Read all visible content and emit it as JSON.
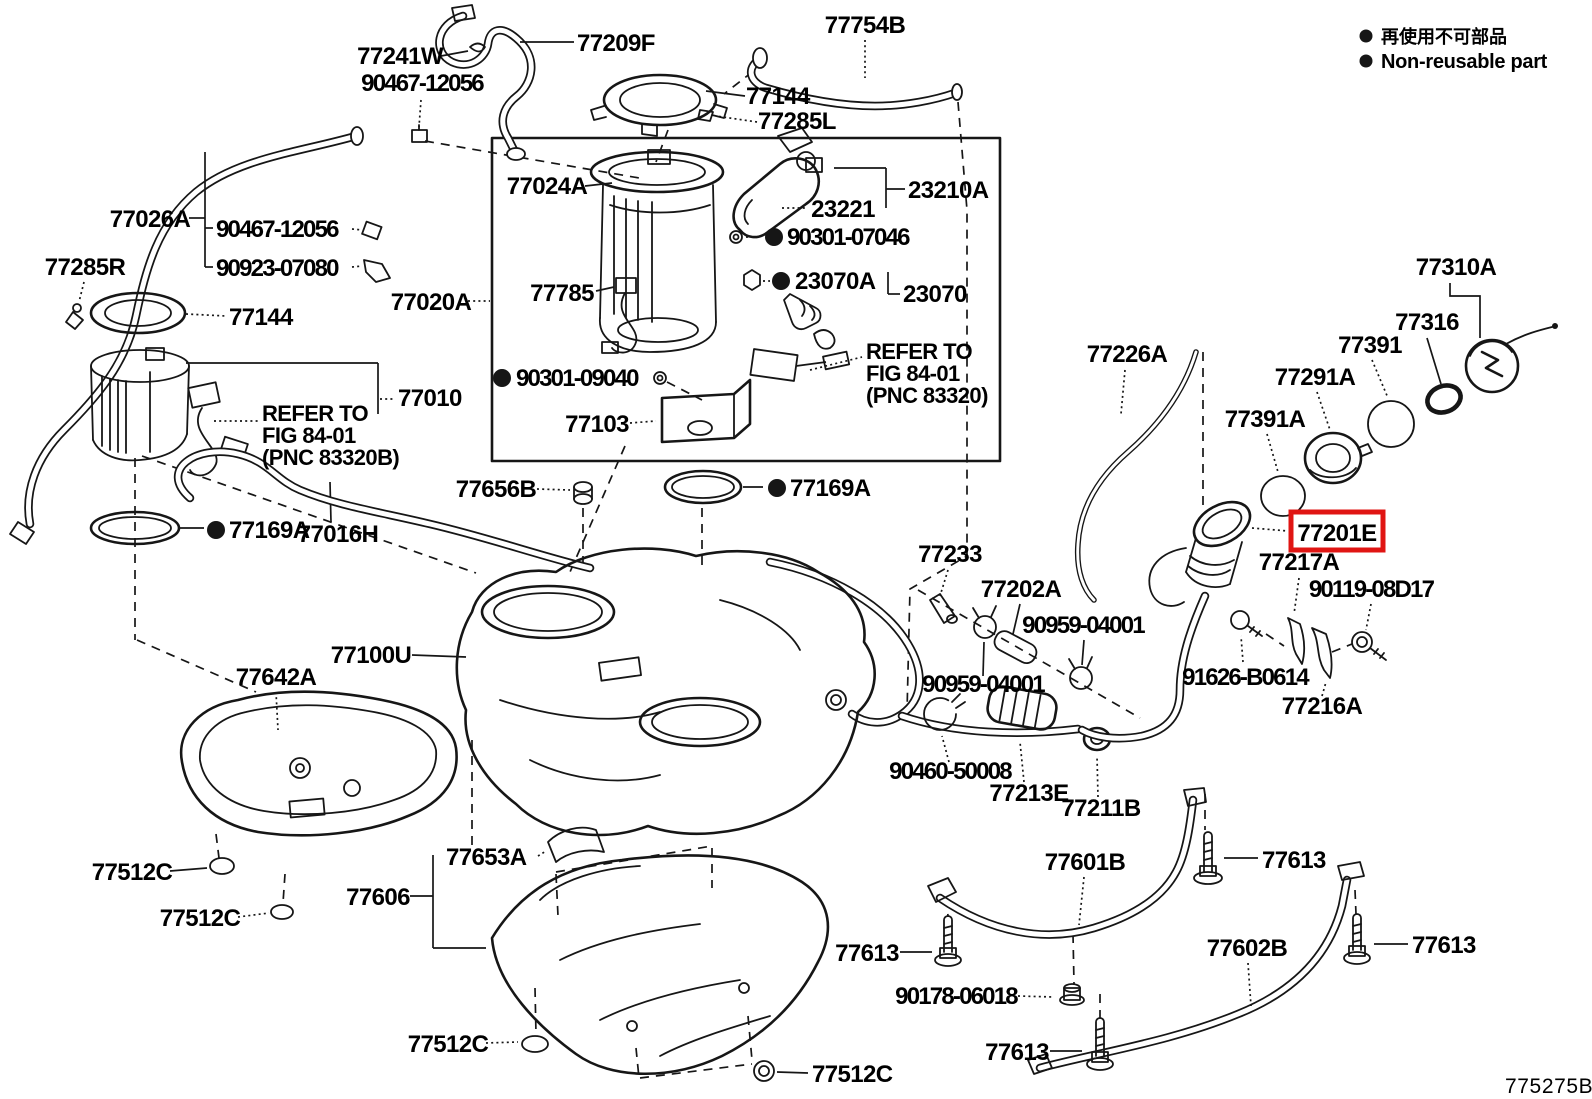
{
  "legend": {
    "jp": "再使用不可部品",
    "en": "Non-reusable part"
  },
  "footer": {
    "code": "775275B"
  },
  "highlight": {
    "part": "77201E",
    "color": "#e01513"
  },
  "notes": {
    "refer_left": [
      "REFER TO",
      "FIG 84-01",
      "(PNC 83320B)"
    ],
    "refer_right": [
      "REFER TO",
      "FIG 84-01",
      "(PNC 83320)"
    ]
  },
  "labels": {
    "p77241w": "77241W",
    "p90467_12056_top": "90467-12056",
    "p77209f": "77209F",
    "p77754b": "77754B",
    "p77144_top": "77144",
    "p77285l": "77285L",
    "p77024a": "77024A",
    "p23210a": "23210A",
    "p23221": "23221",
    "p90301_07046": "90301-07046",
    "p23070a": "23070A",
    "p23070": "23070",
    "p77026a": "77026A",
    "p90467_12056_left": "90467-12056",
    "p90923_07080": "90923-07080",
    "p77285r": "77285R",
    "p77144_left": "77144",
    "p77020a": "77020A",
    "p77785": "77785",
    "p77010": "77010",
    "p90301_09040": "90301-09040",
    "p77103": "77103",
    "p77656b": "77656B",
    "p77169a_top": "77169A",
    "p77169a_left": "77169A",
    "p77016h": "77016H",
    "p77100u": "77100U",
    "p77642a": "77642A",
    "p77512c_1": "77512C",
    "p77512c_2": "77512C",
    "p77606": "77606",
    "p77653a": "77653A",
    "p77512c_3": "77512C",
    "p77512c_4": "77512C",
    "p77233": "77233",
    "p77202a": "77202A",
    "p90959_04001_r": "90959-04001",
    "p90959_04001_l": "90959-04001",
    "p90460_50008": "90460-50008",
    "p77213e": "77213E",
    "p77211b": "77211B",
    "p77226a": "77226A",
    "p77310a": "77310A",
    "p77316": "77316",
    "p77391": "77391",
    "p77291a": "77291A",
    "p77391a": "77391A",
    "p77201e": "77201E",
    "p77217a": "77217A",
    "p90119_08d17": "90119-08D17",
    "p91626_b0614": "91626-B0614",
    "p77216a": "77216A",
    "p77601b": "77601B",
    "p77613_a": "77613",
    "p77613_b": "77613",
    "p90178_06018": "90178-06018",
    "p77602b": "77602B",
    "p77613_c": "77613",
    "p77613_d": "77613"
  }
}
